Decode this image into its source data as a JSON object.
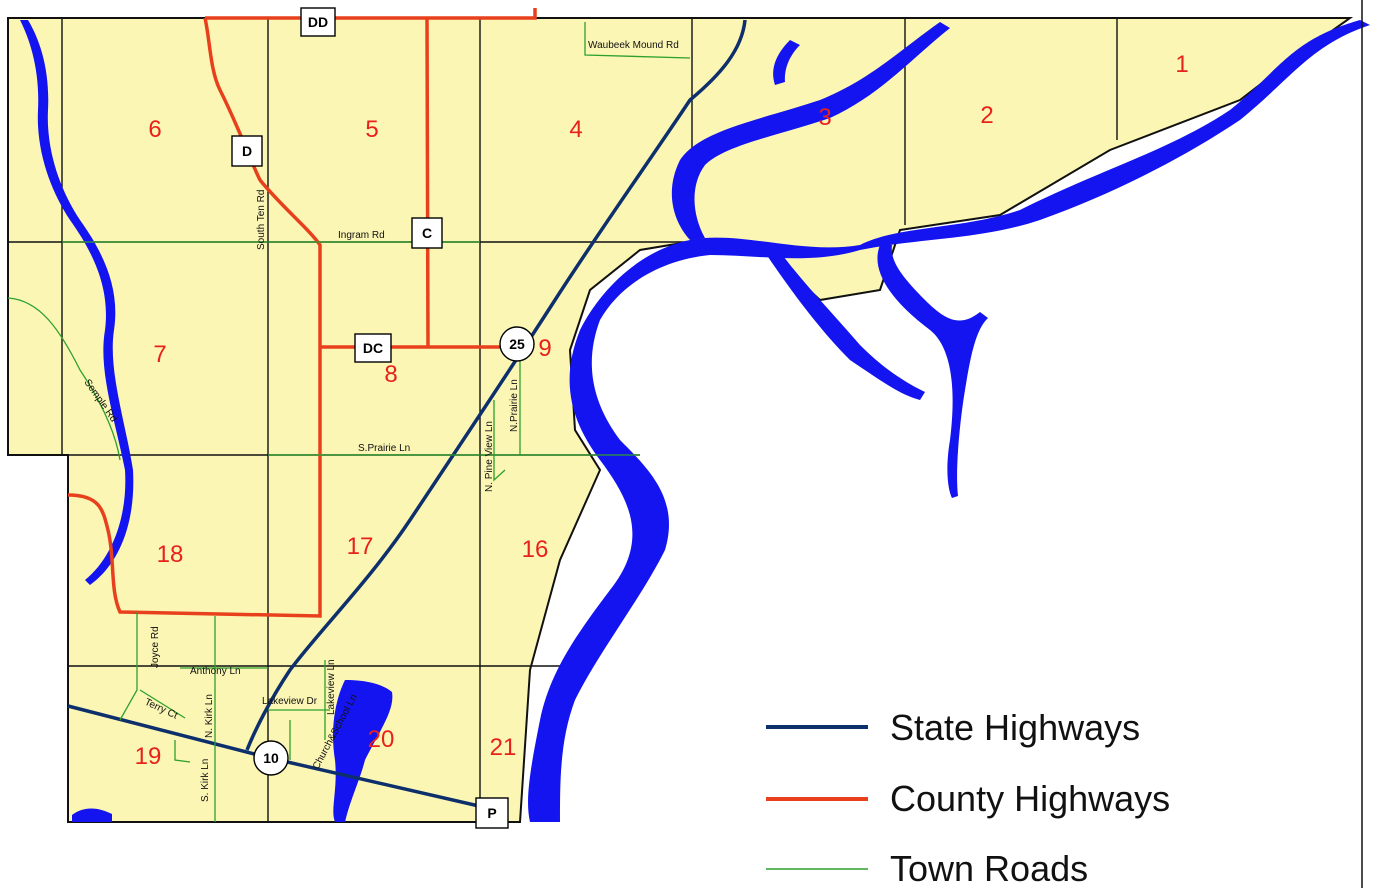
{
  "sections": [
    "1",
    "2",
    "3",
    "4",
    "5",
    "6",
    "7",
    "8",
    "9",
    "16",
    "17",
    "18",
    "19",
    "20",
    "21"
  ],
  "county_shields": [
    "DD",
    "D",
    "C",
    "DC",
    "P"
  ],
  "state_shields": [
    "25",
    "10"
  ],
  "road_names": [
    "Waubeek Mound Rd",
    "South Ten Rd",
    "Ingram Rd",
    "Semple Rd",
    "S.Prairie Ln",
    "N.Prairie Ln",
    "N. Pine View Ln",
    "Joyce Rd",
    "Anthony Ln",
    "Terry Ct",
    "N. Kirk Ln",
    "S. Kirk Ln",
    "Lakeview Dr",
    "Lakeview Ln",
    "Church&School Ln"
  ],
  "legend": [
    {
      "label": "State Highways",
      "color": "#0d2f6b"
    },
    {
      "label": "County Highways",
      "color": "#e8401c"
    },
    {
      "label": "Town Roads",
      "color": "#2ca02c"
    }
  ],
  "colors": {
    "land": "#fbf6b4",
    "water": "#1414f0",
    "section_line": "#111111"
  }
}
